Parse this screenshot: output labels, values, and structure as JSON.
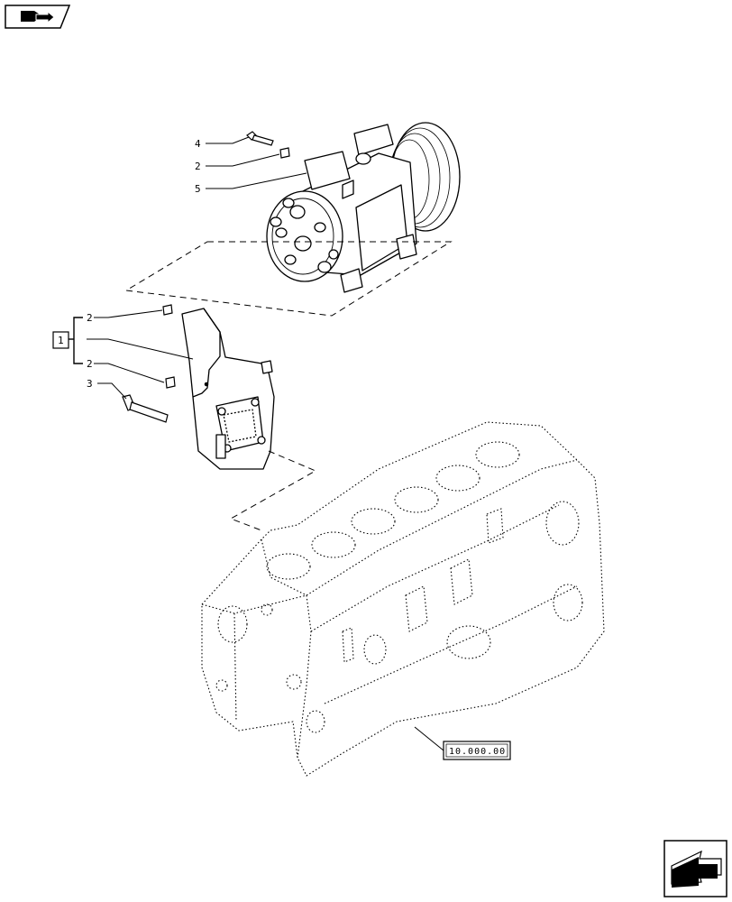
{
  "callouts": {
    "bolt_top": "4",
    "dowel_top": "2",
    "compressor": "5",
    "dowel_upper": "2",
    "bracket_group": "1",
    "dowel_lower": "2",
    "bolt_lower": "3"
  },
  "reference": {
    "engine_block": "10.000.00"
  },
  "icons": {
    "header": "book-arrow-icon",
    "footer": "next-page-arrow-icon"
  }
}
